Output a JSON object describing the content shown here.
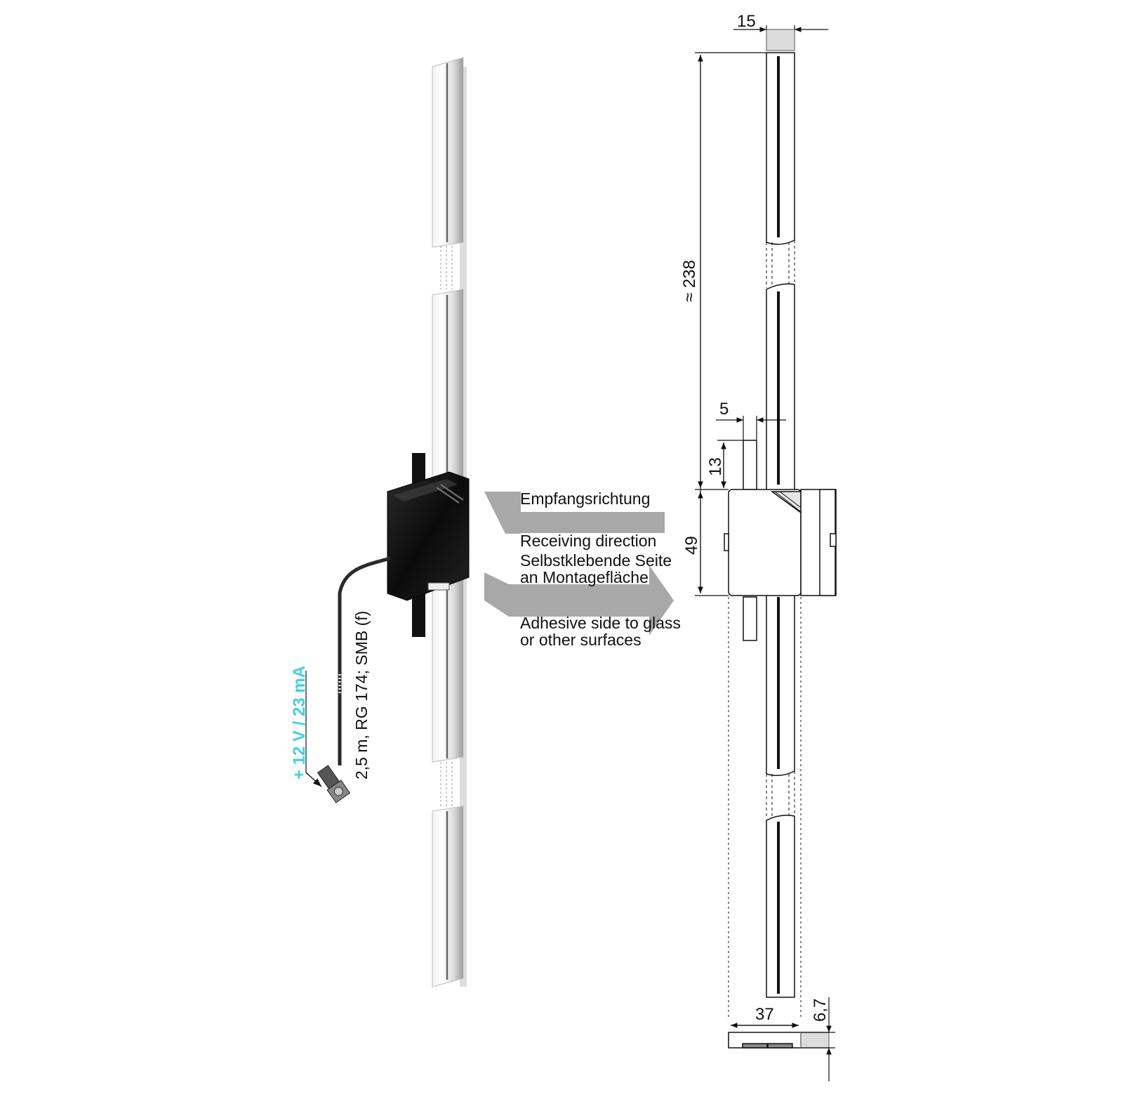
{
  "labels": {
    "receiving_de": "Empfangsrichtung",
    "receiving_en": "Receiving direction",
    "adhesive_de_1": "Selbstklebende Seite",
    "adhesive_de_2": "an Montagefläche",
    "adhesive_en_1": "Adhesive side to glass",
    "adhesive_en_2": "or other surfaces",
    "cable": "2,5 m, RG 174; SMB (f)",
    "power": "+ 12 V / 23 mA"
  },
  "dimensions": {
    "top_width": "15",
    "length": "≈ 238",
    "rod_offset": "5",
    "rod_height": "13",
    "box_height": "49",
    "base_width": "37",
    "thickness": "6,7"
  },
  "colors": {
    "housing": "#111111",
    "arrow": "#a8a8a8",
    "power_text": "#40d0e8"
  }
}
